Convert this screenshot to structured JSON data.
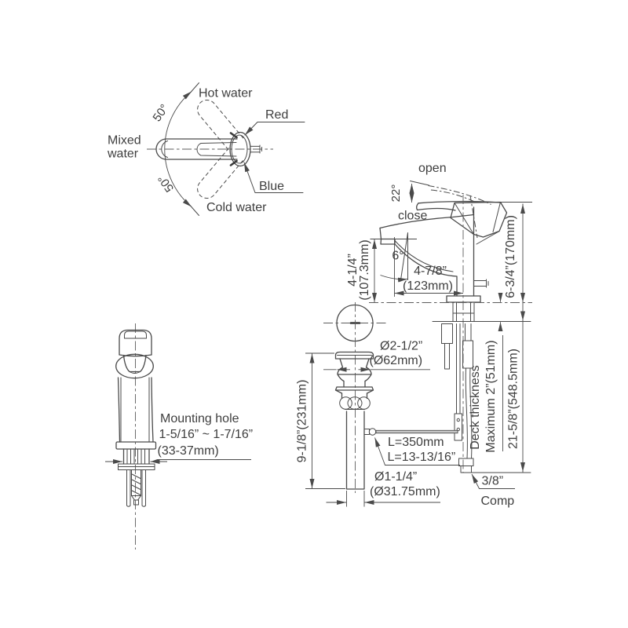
{
  "colors": {
    "background": "#ffffff",
    "line": "#4a4a4a",
    "text": "#3e3e3e",
    "rod_fill": "#c9c9c9"
  },
  "top_view": {
    "hot_water_label": "Hot water",
    "red_label": "Red",
    "mixed_water_label_line1": "Mixed",
    "mixed_water_label_line2": "water",
    "blue_label": "Blue",
    "cold_water_label": "Cold water",
    "upper_angle": "50°",
    "lower_angle": "50°"
  },
  "side_view": {
    "open_label": "open",
    "close_label": "close",
    "lever_angle": "22°",
    "spout_tilt_angle": "6°",
    "spout_height": {
      "in": "4-1/4”",
      "mm": "(107.3mm)"
    },
    "spout_reach": {
      "in": "4-7/8”",
      "mm": "(123mm)"
    },
    "overall_height": "6-3/4”(170mm)",
    "deck_thickness": {
      "line1": "Deck thickness",
      "line2": "Maximum 2”(51mm)"
    },
    "total_length": "21-5/8”(548.5mm)",
    "supply_connection": {
      "size": "3/8”",
      "type": "Comp"
    }
  },
  "drain": {
    "flange_diameter": {
      "in": "Ø2-1/2”",
      "mm": "(Ø62mm)"
    },
    "body_height": "9-1/8”(231mm)",
    "lift_rod_length": {
      "mm": "L=350mm",
      "in": "L=13-13/16”"
    },
    "tailpiece_diameter": {
      "in": "Ø1-1/4”",
      "mm": "(Ø31.75mm)"
    }
  },
  "front_view": {
    "mounting_hole": {
      "line1": "Mounting hole",
      "line2": "1-5/16” ~ 1-7/16”",
      "line3": "(33-37mm)"
    }
  }
}
